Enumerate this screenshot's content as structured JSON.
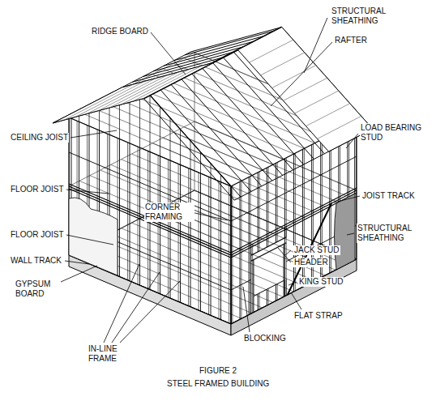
{
  "diagram": {
    "title": "FIGURE 2",
    "caption": "STEEL FRAMED BUILDING",
    "labels": [
      "RIDGE BOARD",
      "STRUCTURAL SHEATHING",
      "RAFTER",
      "CEILING JOIST",
      "LOAD BEARING STUD",
      "FLOOR JOIST",
      "JOIST TRACK",
      "CORNER FRAMING",
      "FLOOR JOIST",
      "STRUCTURAL SHEATHING",
      "WALL TRACK",
      "JACK STUD",
      "HEADER",
      "GYPSUM BOARD",
      "KING STUD",
      "BLOCKING",
      "FLAT STRAP",
      "IN-LINE FRAME"
    ]
  }
}
